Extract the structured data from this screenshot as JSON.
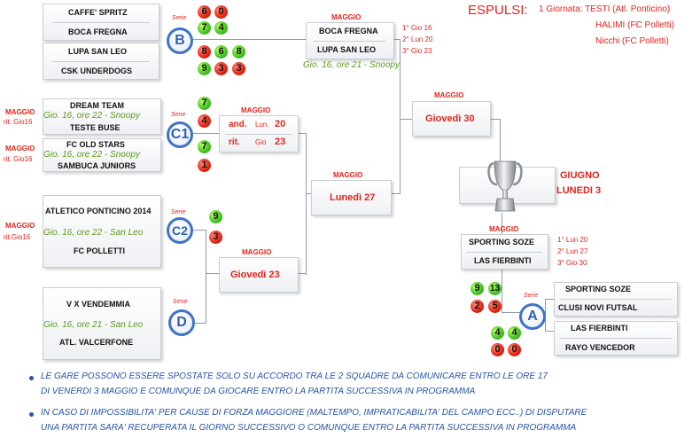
{
  "espulsi": {
    "title": "ESPULSI:",
    "lines": [
      "1 Giornata: TESTI (Atl. Ponticino)",
      "HALIMI (FC Polletti)",
      "Nicchi (FC Polletti)"
    ]
  },
  "group_b": {
    "letter": "B",
    "serie": "Serie",
    "teams": [
      "CAFFE' SPRITZ",
      "BOCA FREGNA",
      "LUPA SAN LEO",
      "CSK UNDERDOGS"
    ],
    "scores": [
      {
        "a": "6",
        "b": "0",
        "color": "red"
      },
      {
        "a": "7",
        "b": "4",
        "color": "green"
      },
      {
        "a": "8",
        "b": "6",
        "b2": "8",
        "color": "mixed"
      },
      {
        "a": "9",
        "b": "3",
        "b2": "3",
        "color": "mixed2"
      }
    ]
  },
  "semi_b": {
    "month": "MAGGIO",
    "teams": [
      "BOCA FREGNA",
      "LUPA SAN LEO"
    ],
    "note": "Gio. 16, ore 21 - Snoopy",
    "dates": [
      "1° Gio  16",
      "2° Lun 20",
      "3° Gio  23"
    ]
  },
  "group_c1": {
    "letter": "C1",
    "serie": "Serie",
    "teams": [
      "DREAM TEAM",
      "TESTE BUSE",
      "FC OLD STARS",
      "SAMBUCA JUNIORS"
    ],
    "notes": [
      "Gio. 16, ore 22 - Snoopy",
      "Gio. 16, ore 22 - Snoopy"
    ],
    "side": [
      "MAGGIO",
      "rit. Gio16",
      "MAGGIO",
      "rit. Gio16"
    ],
    "scores": [
      "7",
      "4",
      "7",
      "1"
    ]
  },
  "c1_match": {
    "month": "MAGGIO",
    "and_label": "and.",
    "and_date": "Lun",
    "and_num": "20",
    "rit_label": "rit.",
    "rit_date": "Gio",
    "rit_num": "23"
  },
  "group_c2": {
    "letter": "C2",
    "serie": "Serie",
    "teams": [
      "ATLETICO PONTICINO 2014",
      "FC POLLETTI"
    ],
    "note": "Gio. 16, ore 22 - San Leo",
    "side": [
      "MAGGIO",
      "rit.Gio16"
    ],
    "scores": [
      "9",
      "3"
    ]
  },
  "group_d": {
    "letter": "D",
    "serie": "Serie",
    "teams": [
      "V X VENDEMMIA",
      "ATL. VALCERFONE"
    ],
    "note": "Gio. 16, ore 21 - San Leo"
  },
  "rounds": {
    "giovedi30": {
      "month": "MAGGIO",
      "label": "Giovedì 30"
    },
    "lunedi27": {
      "month": "MAGGIO",
      "label": "Lunedì 27"
    },
    "giovedi23": {
      "month": "MAGGIO",
      "label": "Giovedì 23"
    }
  },
  "final": {
    "month": "GIUGNO",
    "day": "LUNEDI 3",
    "trophy": "champions-trophy-icon"
  },
  "semi_a": {
    "month": "MAGGIO",
    "teams": [
      "SPORTING SOZE",
      "LAS FIERBINTI"
    ],
    "dates": [
      "1° Lun 20",
      "2° Lun 27",
      "3° Gio 30"
    ]
  },
  "group_a": {
    "letter": "A",
    "serie": "Serie",
    "teams": [
      "SPORTING SOZE",
      "CLUSI NOVI FUTSAL",
      "LAS FIERBINTI",
      "RAYO VENCEDOR"
    ],
    "scores": [
      "9",
      "13",
      "2",
      "5",
      "4",
      "4",
      "0",
      "0"
    ]
  },
  "notes": [
    {
      "line1": "LE GARE POSSONO ESSERE SPOSTATE SOLO SU ACCORDO TRA LE 2 SQUADRE DA COMUNICARE ENTRO LE ORE 17",
      "line2": "DI VENERDI 3 MAGGIO E COMUNQUE DA GIOCARE ENTRO LA PARTITA SUCCESSIVA IN PROGRAMMA"
    },
    {
      "line1": "IN CASO DI IMPOSSIBILITA'  PER CAUSE DI FORZA MAGGIORE (MALTEMPO, IMPRATICABILITA' DEL CAMPO ECC..) DI DISPUTARE",
      "line2": "UNA PARTITA SARA' RECUPERATA IL GIORNO SUCCESSIVO O COMUNQUE ENTRO LA PARTITA SUCCESSIVA IN PROGRAMMA"
    }
  ],
  "colors": {
    "red": "#e0251b",
    "green": "#5a9a1a",
    "blue": "#2553a8",
    "circle": "#3f73c8"
  }
}
